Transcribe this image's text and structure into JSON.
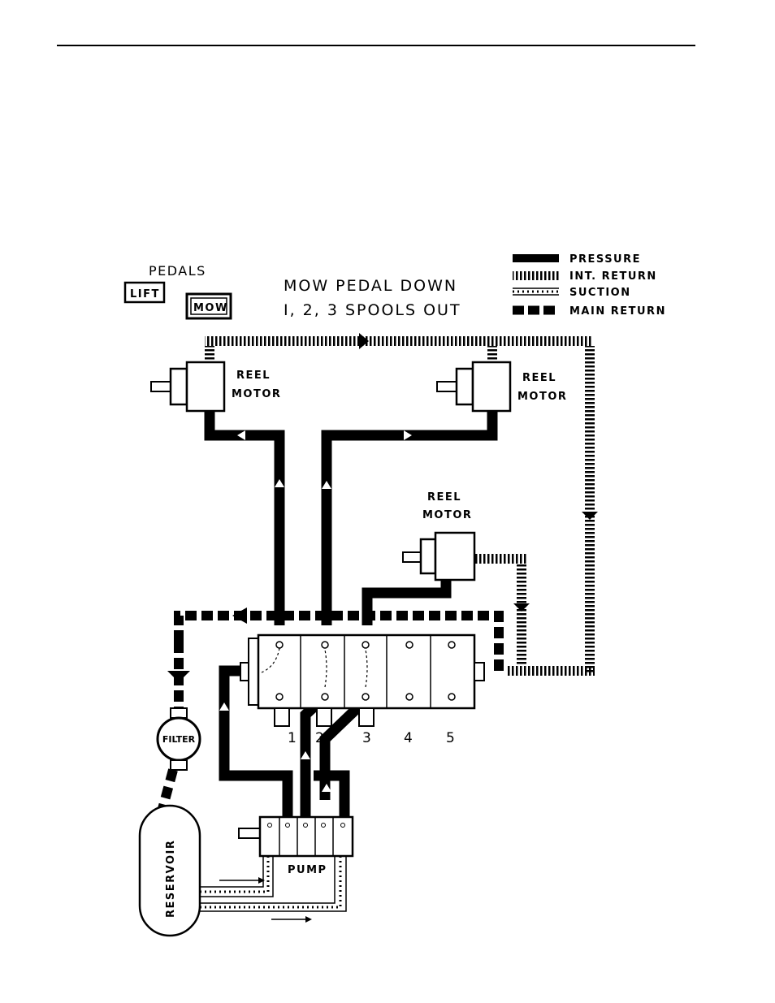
{
  "pedals": {
    "heading": "PEDALS",
    "lift_label": "LIFT",
    "mow_label": "MOW"
  },
  "title": {
    "line1": "MOW PEDAL DOWN",
    "line2": "I, 2, 3 SPOOLS OUT"
  },
  "legend": {
    "pressure": "PRESSURE",
    "int_return": "INT. RETURN",
    "suction": "SUCTION",
    "main_return": "MAIN RETURN"
  },
  "components": {
    "reel_motor_line1": "REEL",
    "reel_motor_line2": "MOTOR",
    "filter": "FILTER",
    "reservoir": "RESERVOIR",
    "pump": "PUMP"
  },
  "spools": [
    "1",
    "2",
    "3",
    "4",
    "5"
  ]
}
